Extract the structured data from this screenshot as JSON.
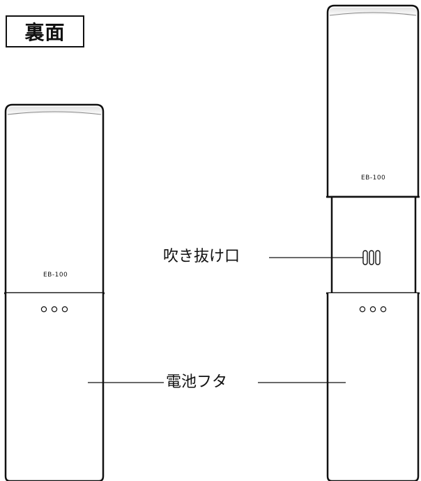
{
  "title": "裏面",
  "labels": {
    "vent": "吹き抜け口",
    "battery_cover": "電池フタ"
  },
  "devices": {
    "left_model": "EB-100",
    "right_model": "EB-100"
  },
  "icons": [
    "indicator-dots-icon",
    "vent-slots-icon"
  ]
}
